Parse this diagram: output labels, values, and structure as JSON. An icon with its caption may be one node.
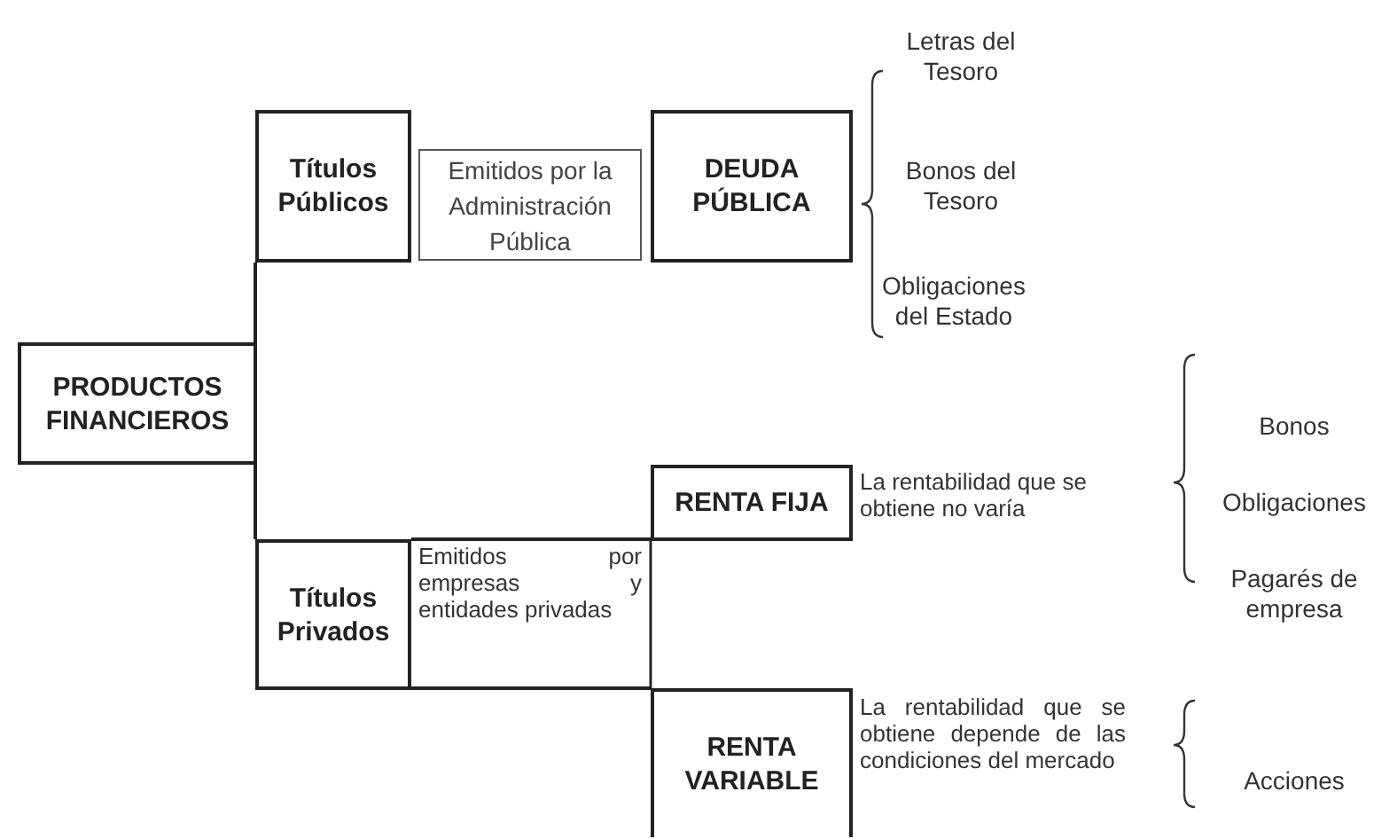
{
  "diagram": {
    "nodes": [
      {
        "text": [
          "PRODUCTOS FINANCIEROS"
        ]
      },
      {
        "text": [
          "Títulos Públicos"
        ]
      },
      {
        "text": [
          "Emitidos por la Administración Pública"
        ]
      },
      {
        "text": [
          "DEUDA PÚBLICA"
        ]
      },
      {
        "text": [
          "Títulos Privados"
        ],
        "beside": [
          "Emitidos por empresas y entidades privadas"
        ]
      },
      {
        "text": [
          "RENTA FIJA"
        ],
        "beside": [
          "La rentabilidad que se obtiene no varía"
        ]
      },
      {
        "text": [
          "RENTA VARIABLE"
        ],
        "beside": [
          "La rentabilidad que se obtiene depende de las condiciones del mercado"
        ]
      }
    ],
    "edges": [
      {
        "from": 0,
        "to": 1,
        "arrow": "none"
      },
      {
        "from": 0,
        "to": 4,
        "arrow": "none"
      },
      {
        "from": 4,
        "to": 5,
        "arrow": "none"
      },
      {
        "from": 4,
        "to": 6,
        "arrow": "none"
      }
    ],
    "labels": [
      "Letras del Tesoro",
      "Bonos del Tesoro",
      "Obligaciones del Estado",
      "Bonos",
      "Obligaciones",
      "Pagarés de empresa",
      "Acciones"
    ]
  }
}
